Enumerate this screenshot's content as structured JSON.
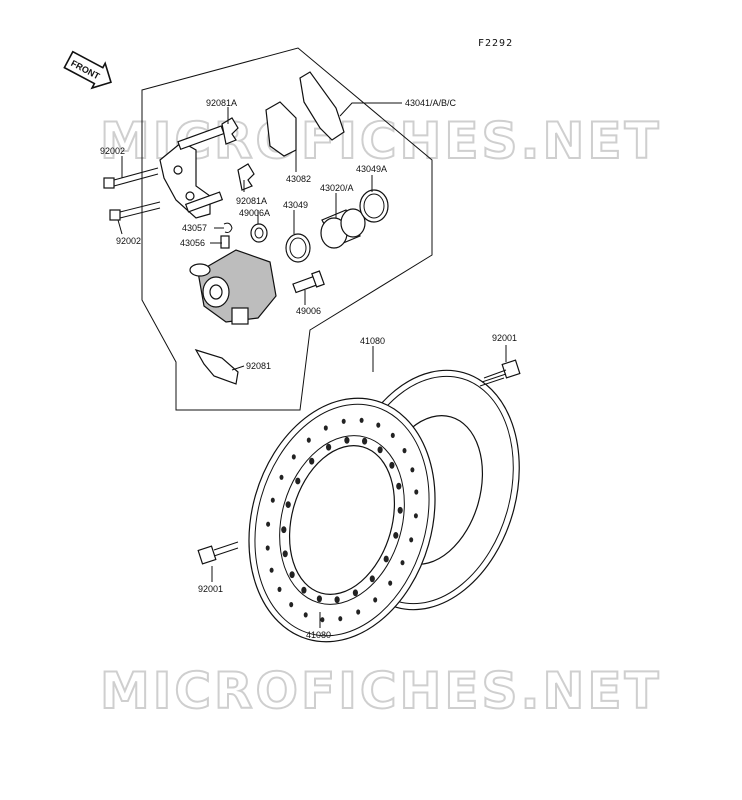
{
  "figure_number": "F2292",
  "front_label": "FRONT",
  "watermark": "MICROFICHES.NET",
  "callouts": [
    {
      "id": "43041",
      "text": "43041/A/B/C"
    },
    {
      "id": "92081a-top",
      "text": "92081A"
    },
    {
      "id": "92002-top",
      "text": "92002"
    },
    {
      "id": "92002-bottom",
      "text": "92002"
    },
    {
      "id": "43082",
      "text": "43082"
    },
    {
      "id": "92081a-mid",
      "text": "92081A"
    },
    {
      "id": "43049a",
      "text": "43049A"
    },
    {
      "id": "43020",
      "text": "43020/A"
    },
    {
      "id": "43049",
      "text": "43049"
    },
    {
      "id": "49006a",
      "text": "49006A"
    },
    {
      "id": "43057",
      "text": "43057"
    },
    {
      "id": "43056",
      "text": "43056"
    },
    {
      "id": "49006",
      "text": "49006"
    },
    {
      "id": "92081",
      "text": "92081"
    },
    {
      "id": "41080-top",
      "text": "41080"
    },
    {
      "id": "92001-right",
      "text": "92001"
    },
    {
      "id": "92001-left",
      "text": "92001"
    },
    {
      "id": "41080-bottom",
      "text": "41080"
    }
  ]
}
